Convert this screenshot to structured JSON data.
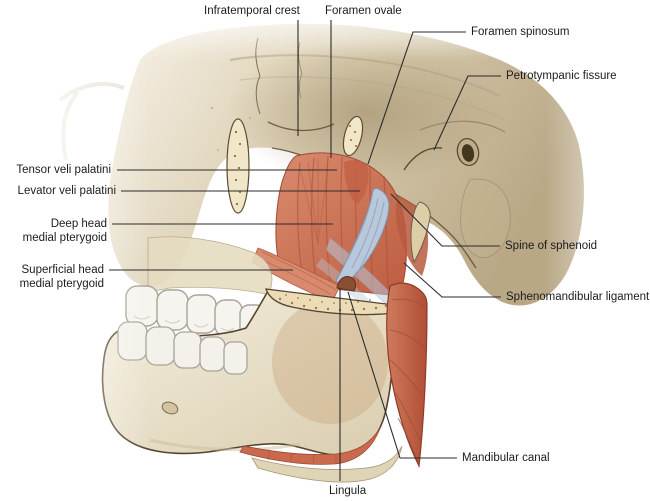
{
  "labels": {
    "infratemporal_crest": "Infratemporal crest",
    "foramen_ovale": "Foramen ovale",
    "foramen_spinosum": "Foramen spinosum",
    "petrotympanic_fissure": "Petrotympanic fissure",
    "tensor_veli_palatini": "Tensor veli palatini",
    "levator_veli_palatini": "Levator veli palatini",
    "deep_head": {
      "line1": "Deep head",
      "line2": "medial pterygoid"
    },
    "superficial_head": {
      "line1": "Superficial head",
      "line2": "medial pterygoid"
    },
    "spine_of_sphenoid": "Spine of sphenoid",
    "sphenomandibular_ligament": "Sphenomandibular ligament",
    "mandibular_canal": "Mandibular canal",
    "lingula": "Lingula"
  },
  "colors": {
    "background": "#ffffff",
    "leader_line": "#2b2b2b",
    "label_text": "#1c1c1c",
    "bone": "#cfc2a4",
    "bone_outline": "#55452f",
    "muscle": "#c97257",
    "muscle_dark": "#9e4a33",
    "ligament": "#b9c7da",
    "cut_surface": "#ecdcb6",
    "teeth": "#f6f4ee"
  }
}
